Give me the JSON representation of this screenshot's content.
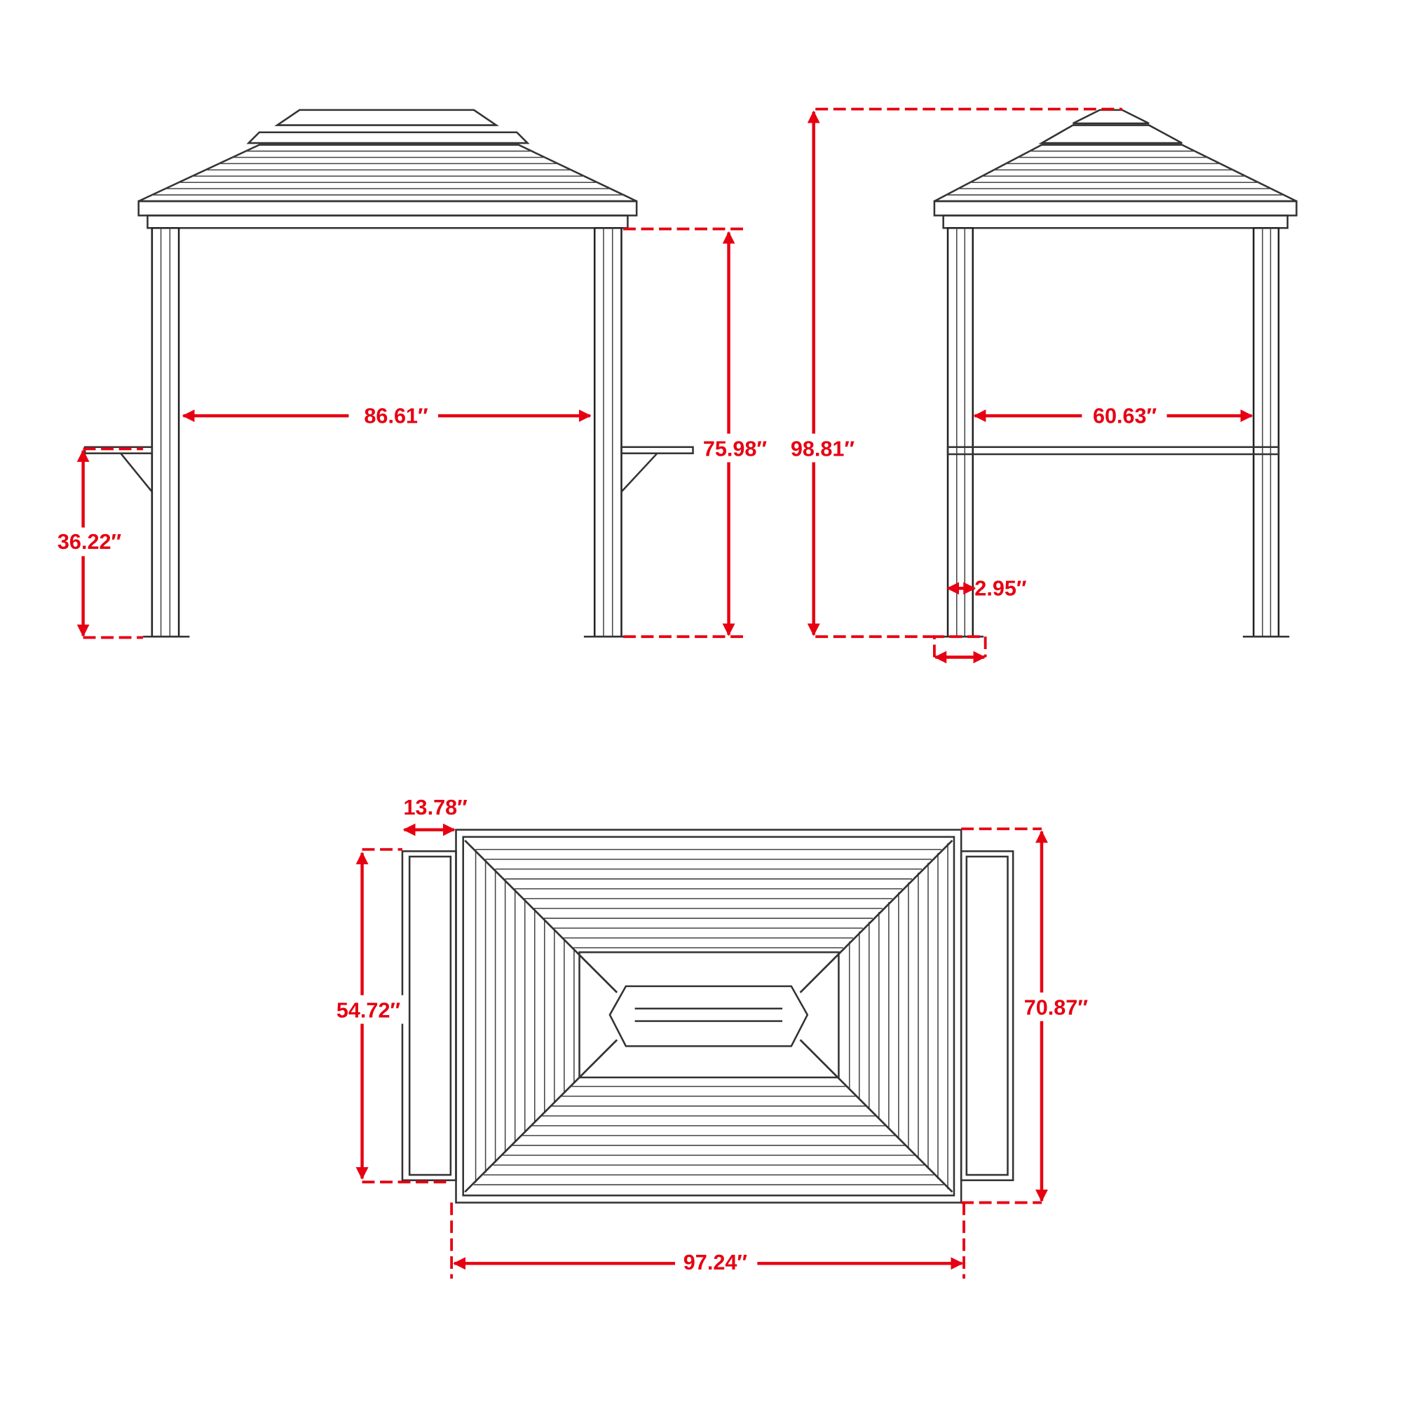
{
  "colors": {
    "dimension": "#e60012",
    "drawing": "#333333"
  },
  "front_view": {
    "width_label": "86.61″",
    "height_label": "75.98″",
    "bar_height_label": "36.22″"
  },
  "side_view": {
    "total_height_label": "98.81″",
    "width_label": "60.63″",
    "post_label": "2.95″"
  },
  "top_view": {
    "shelf_depth_label": "13.78″",
    "shelf_length_label": "54.72″",
    "depth_label": "70.87″",
    "length_label": "97.24″"
  }
}
